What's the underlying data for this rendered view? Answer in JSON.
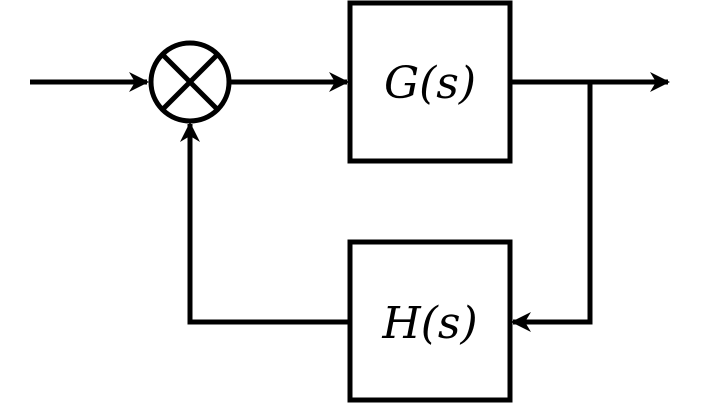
{
  "diagram": {
    "type": "feedback-control-block-diagram",
    "stroke_color": "#000000",
    "background": "#ffffff",
    "blocks": {
      "forward": {
        "label": "G(s)"
      },
      "feedback": {
        "label": "H(s)"
      }
    },
    "summing_junction": {
      "symbol": "times-circle"
    },
    "connections": [
      {
        "from": "input",
        "to": "summing_junction"
      },
      {
        "from": "summing_junction",
        "to": "forward"
      },
      {
        "from": "forward",
        "to": "output"
      },
      {
        "from": "branch_point",
        "to": "feedback"
      },
      {
        "from": "feedback",
        "to": "summing_junction"
      }
    ]
  }
}
